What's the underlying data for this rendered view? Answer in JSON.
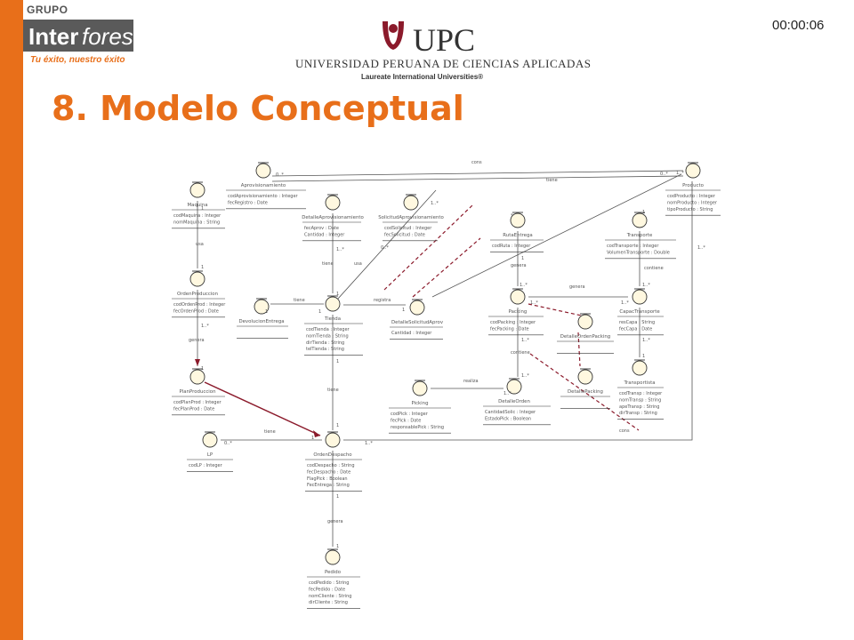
{
  "header": {
    "grupo": "GRUPO",
    "brand_inter": "Inter",
    "brand_forest": "forest",
    "tagline": "Tu éxito, nuestro éxito",
    "upc_logo": "UPC",
    "upc_name": "UNIVERSIDAD PERUANA DE CIENCIAS APLICADAS",
    "upc_laureate": "Laureate International Universities®",
    "timer": "00:00:06"
  },
  "slide": {
    "title": "8. Modelo Conceptual"
  },
  "colors": {
    "accent": "#e86f1a",
    "entity_fill": "#fff8e0",
    "line": "#555555",
    "dashed": "#8b1a2b"
  },
  "diagram": {
    "entities": [
      {
        "id": "aprov",
        "name": "Aprovisionamiento",
        "attrs": [
          "codAprovisionamiento : Integer",
          "fecRegistro : Date"
        ]
      },
      {
        "id": "maquina",
        "name": "Maquina",
        "attrs": [
          "codMaquina : Integer",
          "nomMaquina : String"
        ]
      },
      {
        "id": "detaprov",
        "name": "DetalleAprovisionamiento",
        "attrs": [
          "fecAprov : Date",
          "Cantidad : Integer"
        ]
      },
      {
        "id": "solaprov",
        "name": "SolicitudAprovisionamiento",
        "attrs": [
          "codSolicitud : Integer",
          "fecSolicitud : Date"
        ]
      },
      {
        "id": "producto",
        "name": "Producto",
        "attrs": [
          "codProducto : Integer",
          "nomProducto : Integer",
          "tipoProducto : String"
        ]
      },
      {
        "id": "rutaentrega",
        "name": "RutaEntrega",
        "attrs": [
          "codRuta : Integer"
        ]
      },
      {
        "id": "transporte",
        "name": "Transporte",
        "attrs": [
          "codTransporte : Integer",
          "VolumenTransporte : Double"
        ]
      },
      {
        "id": "ordenprod",
        "name": "OrdenProduccion",
        "attrs": [
          "codOrdenProd : Integer",
          "fecOrdenProd : Date"
        ]
      },
      {
        "id": "devolucion",
        "name": "DevolucionEntrega",
        "attrs": []
      },
      {
        "id": "tienda",
        "name": "Tienda",
        "attrs": [
          "codTienda : Integer",
          "nomTienda : String",
          "dirTienda : String",
          "telTienda : String"
        ]
      },
      {
        "id": "detsol",
        "name": "DetalleSolicitudAprov",
        "attrs": [
          "Cantidad : Integer"
        ]
      },
      {
        "id": "packing",
        "name": "Packing",
        "attrs": [
          "codPacking : Integer",
          "fecPacking : Date"
        ]
      },
      {
        "id": "capacidad",
        "name": "CapacTransporte",
        "attrs": [
          "resCapa : String",
          "fecCapa : Date"
        ]
      },
      {
        "id": "detorden",
        "name": "DetalleOrdenPacking",
        "attrs": []
      },
      {
        "id": "transportista",
        "name": "Transportista",
        "attrs": [
          "codTransp : Integer",
          "nomTransp : String",
          "apeTransp : String",
          "dirTransp : String"
        ]
      },
      {
        "id": "planprod",
        "name": "PlanProduccion",
        "attrs": [
          "codPlanProd : Integer",
          "fecPlanProd : Date"
        ]
      },
      {
        "id": "picking",
        "name": "Picking",
        "attrs": [
          "codPick : Integer",
          "fecPick : Date",
          "responsablePick : String"
        ]
      },
      {
        "id": "detpacking",
        "name": "DetallePacking",
        "attrs": []
      },
      {
        "id": "detalleorden",
        "name": "DetalleOrden",
        "attrs": [
          "CantidadSolic : Integer",
          "EstadoPick : Boolean"
        ]
      },
      {
        "id": "lp",
        "name": "LP",
        "attrs": [
          "codLP : Integer"
        ]
      },
      {
        "id": "ordendesp",
        "name": "OrdenDespacho",
        "attrs": [
          "codDespacho : String",
          "fecDespacho : Date",
          "FlagPick : Boolean",
          "FecEntrega : String"
        ]
      },
      {
        "id": "pedido",
        "name": "Pedido",
        "attrs": [
          "codPedido : String",
          "fecPedido : Date",
          "nomCliente : String",
          "dirCliente : String"
        ]
      }
    ],
    "labels": {
      "tiene": "tiene",
      "genera": "genera",
      "usa": "usa",
      "registra": "registra",
      "realiza": "realiza",
      "contiene": "contiene",
      "cons": "cons",
      "m_zero_many": "0..*",
      "m_one_many": "1..*",
      "m_one": "1",
      "m_many": "*"
    }
  }
}
